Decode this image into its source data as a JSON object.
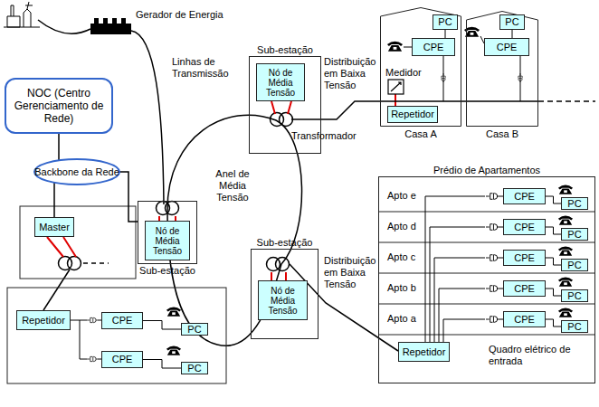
{
  "diagram": {
    "nodes": [
      {
        "text": [
          "NOC (Centro Gerenciamento de Rede)"
        ]
      },
      {
        "text": [
          "Backbone da Rede"
        ]
      },
      {
        "text": [
          "Sub-estação"
        ]
      },
      {
        "text": [
          "Nó de Média Tensão"
        ],
        "in": 2
      },
      {
        "text": [
          "Casa A"
        ]
      },
      {
        "text": [
          "PC"
        ],
        "in": 4
      },
      {
        "text": [
          "CPE"
        ],
        "in": 4
      },
      {
        "text": [
          "Repetidor"
        ],
        "in": 4
      },
      {
        "text": [
          "Casa B"
        ]
      },
      {
        "text": [
          "PC"
        ],
        "in": 8
      },
      {
        "text": [
          "CPE"
        ],
        "in": 8
      },
      {
        "text": [
          "Sub-estação"
        ]
      },
      {
        "text": [
          "Nó de Média Tensão"
        ],
        "in": 11
      },
      {
        "text": [
          "Master"
        ]
      },
      {
        "text": [
          "Sub-estação"
        ]
      },
      {
        "text": [
          "Nó de Média Tensão"
        ],
        "in": 14
      },
      {
        "text": [
          "Prédio de Apartamentos"
        ]
      },
      {
        "text": [
          "CPE"
        ],
        "in": 16
      },
      {
        "text": [
          "PC"
        ],
        "in": 16
      },
      {
        "text": [
          "CPE"
        ],
        "in": 16
      },
      {
        "text": [
          "PC"
        ],
        "in": 16
      },
      {
        "text": [
          "CPE"
        ],
        "in": 16
      },
      {
        "text": [
          "PC"
        ],
        "in": 16
      },
      {
        "text": [
          "CPE"
        ],
        "in": 16
      },
      {
        "text": [
          "PC"
        ],
        "in": 16
      },
      {
        "text": [
          "CPE"
        ],
        "in": 16
      },
      {
        "text": [
          "PC"
        ],
        "in": 16
      },
      {
        "text": [
          "Repetidor"
        ],
        "in": 16
      },
      {
        "text": [
          "Repetidor"
        ]
      },
      {
        "text": [
          "CPE"
        ]
      },
      {
        "text": [
          "PC"
        ]
      },
      {
        "text": [
          "CPE"
        ]
      },
      {
        "text": [
          "PC"
        ]
      }
    ],
    "edges": [
      {
        "from": 0,
        "to": 1,
        "arrow": "none"
      },
      {
        "from": 1,
        "to": 11,
        "arrow": "none"
      },
      {
        "from": 1,
        "to": 13,
        "arrow": "none"
      },
      {
        "from": 6,
        "to": 5,
        "arrow": "none"
      },
      {
        "from": 10,
        "to": 9,
        "arrow": "none"
      },
      {
        "from": 17,
        "to": 18,
        "arrow": "none"
      },
      {
        "from": 19,
        "to": 20,
        "arrow": "none"
      },
      {
        "from": 21,
        "to": 22,
        "arrow": "none"
      },
      {
        "from": 23,
        "to": 24,
        "arrow": "none"
      },
      {
        "from": 25,
        "to": 26,
        "arrow": "none"
      },
      {
        "from": 29,
        "to": 30,
        "arrow": "none"
      },
      {
        "from": 31,
        "to": 32,
        "arrow": "none"
      }
    ],
    "labels": [
      "Gerador de Energia",
      "Linhas de Transmissão",
      "Anel de Média Tensão",
      "Distribuição em Baixa Tensão",
      "Transformador",
      "Medidor",
      "Distribuição em Baixa Tensão",
      "Apto e",
      "Apto d",
      "Apto c",
      "Apto b",
      "Apto a",
      "Quadro elétrico de entrada"
    ]
  }
}
